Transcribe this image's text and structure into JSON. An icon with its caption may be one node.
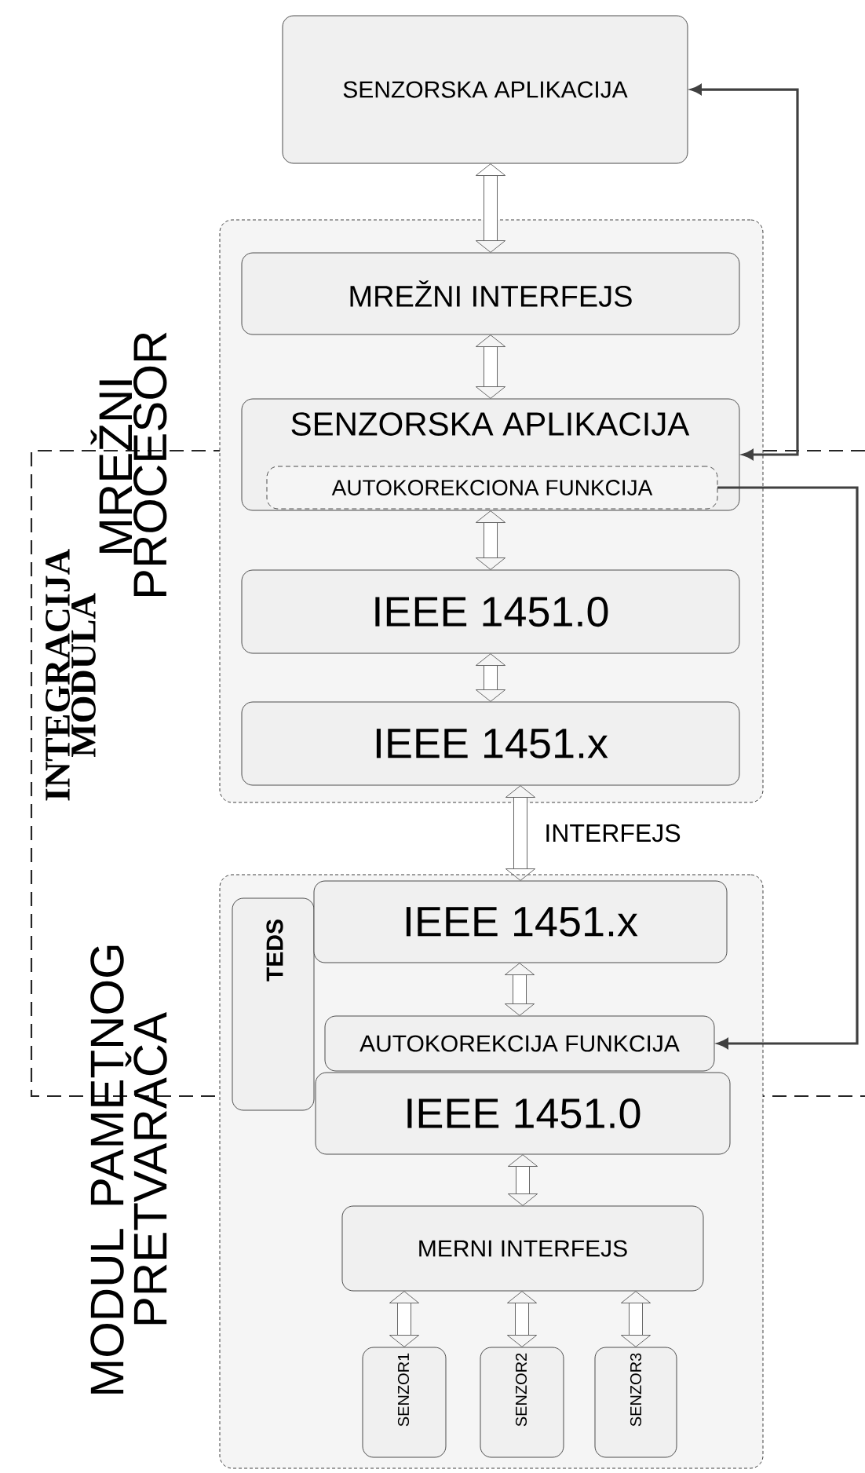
{
  "diagram": {
    "nodes": [
      {
        "text": [
          "SENZORSKA APLIKACIJA"
        ]
      },
      {
        "text": [
          "MREŽNI PROCESOR"
        ]
      },
      {
        "text": [
          "MREŽNI INTERFEJS"
        ],
        "in": 1
      },
      {
        "text": [
          "SENZORSKA APLIKACIJA"
        ],
        "in": 1
      },
      {
        "text": [
          "AUTOKOREKCIONA FUNKCIJA"
        ],
        "in": 3
      },
      {
        "text": [
          "IEEE 1451.0"
        ],
        "in": 1
      },
      {
        "text": [
          "IEEE 1451.x"
        ],
        "in": 1
      },
      {
        "text": [
          "MODUL PAMETNOG PRETVARAČA"
        ]
      },
      {
        "text": [
          "TEDS"
        ],
        "in": 7
      },
      {
        "text": [
          "IEEE 1451.x"
        ],
        "in": 7
      },
      {
        "text": [
          "AUTOKOREKCIJA FUNKCIJA"
        ],
        "in": 7
      },
      {
        "text": [
          "IEEE 1451.0"
        ],
        "in": 7
      },
      {
        "text": [
          "MERNI INTERFEJS"
        ],
        "in": 7
      },
      {
        "text": [
          "SENZOR1"
        ],
        "in": 7
      },
      {
        "text": [
          "SENZOR2"
        ],
        "in": 7
      },
      {
        "text": [
          "SENZOR3"
        ],
        "in": 7
      }
    ],
    "labels": [
      "INTEGRACIJA MODULA"
    ],
    "edges": [
      {
        "from": 0,
        "to": 3,
        "arrow": "both",
        "color": "#404040"
      },
      {
        "from": 4,
        "to": 10,
        "arrow": "to",
        "color": "#404040"
      },
      {
        "from": 0,
        "to": 2,
        "arrow": "both"
      },
      {
        "from": 2,
        "to": 3,
        "arrow": "both"
      },
      {
        "from": 3,
        "to": 5,
        "arrow": "both"
      },
      {
        "from": 5,
        "to": 6,
        "arrow": "both"
      },
      {
        "from": 6,
        "to": 9,
        "arrow": "both",
        "label": "INTERFEJS"
      },
      {
        "from": 9,
        "to": 10,
        "arrow": "both"
      },
      {
        "from": 11,
        "to": 12,
        "arrow": "both"
      },
      {
        "from": 12,
        "to": 13,
        "arrow": "both"
      },
      {
        "from": 12,
        "to": 14,
        "arrow": "both"
      },
      {
        "from": 12,
        "to": 15,
        "arrow": "both"
      }
    ]
  }
}
